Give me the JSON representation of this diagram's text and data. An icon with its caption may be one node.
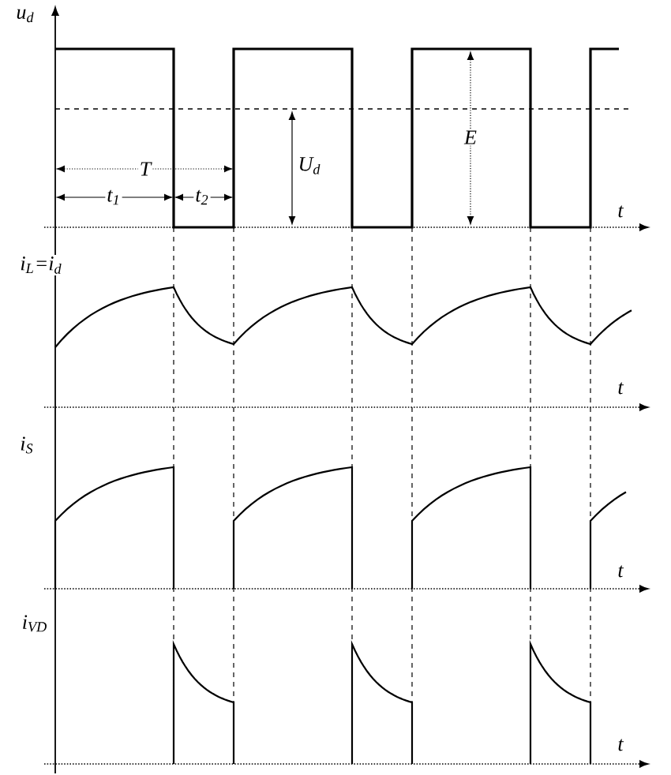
{
  "diagram": {
    "labels": [
      "u$_{d}$",
      "T",
      "t$_{1}$",
      "t$_{2}$",
      "U$_{d}$",
      "E",
      "t",
      "i$_{L}$=i$_{d}$",
      "t",
      "i$_{S}$",
      "t",
      "i$_{VD}$",
      "t"
    ]
  }
}
